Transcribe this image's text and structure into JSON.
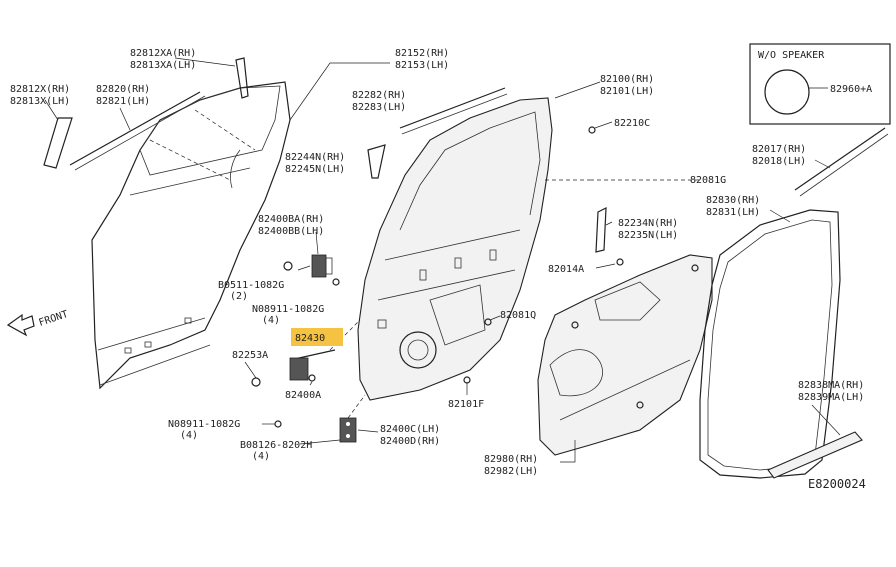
{
  "diagram": {
    "code": "E8200024",
    "front_label": "FRONT",
    "inset_title": "W/O SPEAKER",
    "highlight_color": "#f5c242",
    "labels": {
      "l_82812xa": "82812XA(RH)",
      "l_82813xa": "82813XA(LH)",
      "l_82812x": "82812X(RH)",
      "l_82813x": "82813X(LH)",
      "l_82820": "82820(RH)",
      "l_82821": "82821(LH)",
      "l_82152": "82152(RH)",
      "l_82153": "82153(LH)",
      "l_82282": "82282(RH)",
      "l_82283": "82283(LH)",
      "l_82100": "82100(RH)",
      "l_82101": "82101(LH)",
      "l_82210c": "82210C",
      "l_82960a": "82960+A",
      "l_82017": "82017(RH)",
      "l_82018": "82018(LH)",
      "l_82244n": "82244N(RH)",
      "l_82245n": "82245N(LH)",
      "l_82081g": "82081G",
      "l_82830": "82830(RH)",
      "l_82831": "82831(LH)",
      "l_82400ba": "82400BA(RH)",
      "l_82400bb": "82400BB(LH)",
      "l_82234n": "82234N(RH)",
      "l_82235n": "82235N(LH)",
      "l_82014a": "82014A",
      "l_b0511": "B0511-1082G",
      "l_b0511_qty": "(2)",
      "l_n0891a": "N08911-1082G",
      "l_n0891a_qty": "(4)",
      "l_82081q": "82081Q",
      "l_82430": "82430",
      "l_82253a": "82253A",
      "l_82400a": "82400A",
      "l_82101f": "82101F",
      "l_n0891b": "N08911-1082G",
      "l_n0891b_qty": "(4)",
      "l_82400c": "82400C(LH)",
      "l_82400d": "82400D(RH)",
      "l_b08126": "B08126-8202H",
      "l_b08126_qty": "(4)",
      "l_82980": "82980(RH)",
      "l_82982": "82982(LH)",
      "l_82838ma": "82838MA(RH)",
      "l_82839ma": "82839MA(LH)"
    }
  }
}
